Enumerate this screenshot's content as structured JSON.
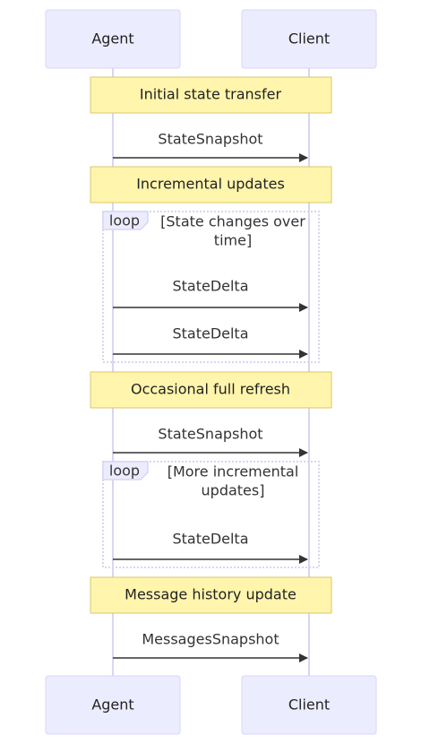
{
  "participants": {
    "agent": "Agent",
    "client": "Client"
  },
  "notes": [
    "Initial state transfer",
    "Incremental updates",
    "Occasional full refresh",
    "Message history update"
  ],
  "messages": [
    "StateSnapshot",
    "StateDelta",
    "StateDelta",
    "StateSnapshot",
    "StateDelta",
    "MessagesSnapshot"
  ],
  "loops": [
    {
      "label": "loop",
      "condition_lines": [
        "[State changes over",
        "time]"
      ]
    },
    {
      "label": "loop",
      "condition_lines": [
        "[More incremental",
        "updates]"
      ]
    }
  ],
  "colors": {
    "actor_fill": "#ECECFF",
    "actor_stroke": "#D9D6F6",
    "lifeline": "#D8D6F0",
    "note_fill": "#FFF5AD",
    "note_stroke": "#D8C86B",
    "message": "#333333"
  }
}
